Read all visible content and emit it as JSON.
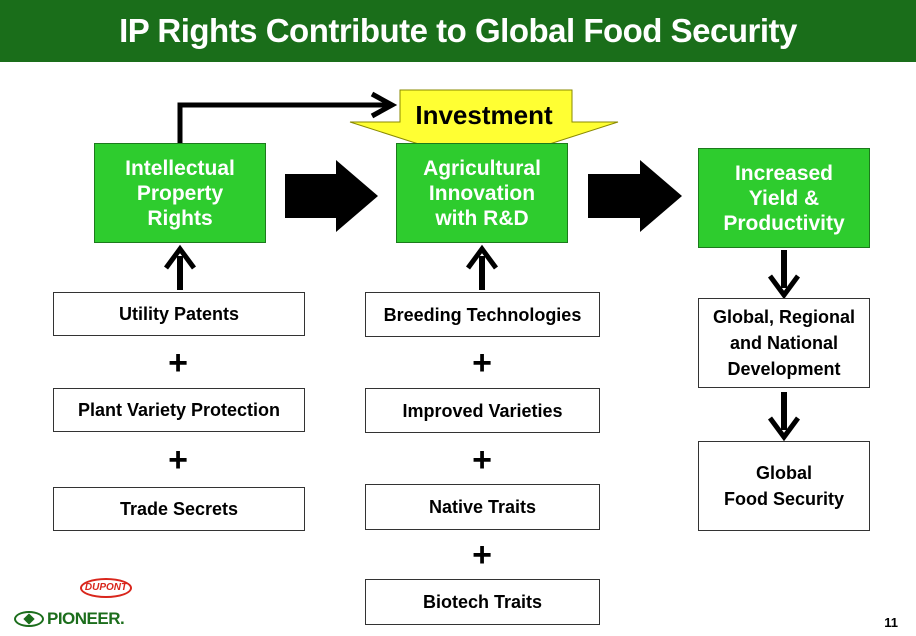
{
  "title": "IP Rights Contribute to Global Food Security",
  "investment": "Investment",
  "green_boxes": {
    "ip_rights": "Intellectual\nProperty\nRights",
    "ag_innovation": "Agricultural\nInnovation\nwith R&D",
    "increased_yield": "Increased\nYield &\nProductivity"
  },
  "left_column": [
    "Utility Patents",
    "Plant Variety Protection",
    "Trade Secrets"
  ],
  "middle_column": [
    "Breeding Technologies",
    "Improved Varieties",
    "Native Traits",
    "Biotech Traits"
  ],
  "right_column": [
    "Global, Regional\nand National\nDevelopment",
    "Global\nFood Security"
  ],
  "plus_sign": "+",
  "logos": {
    "dupont": "DUPONT",
    "pioneer": "PIONEER."
  },
  "page_number": "11",
  "colors": {
    "title_bar": "#1a6e1a",
    "green_box": "#2ecc2e",
    "investment_arrow": "#ffff33"
  }
}
